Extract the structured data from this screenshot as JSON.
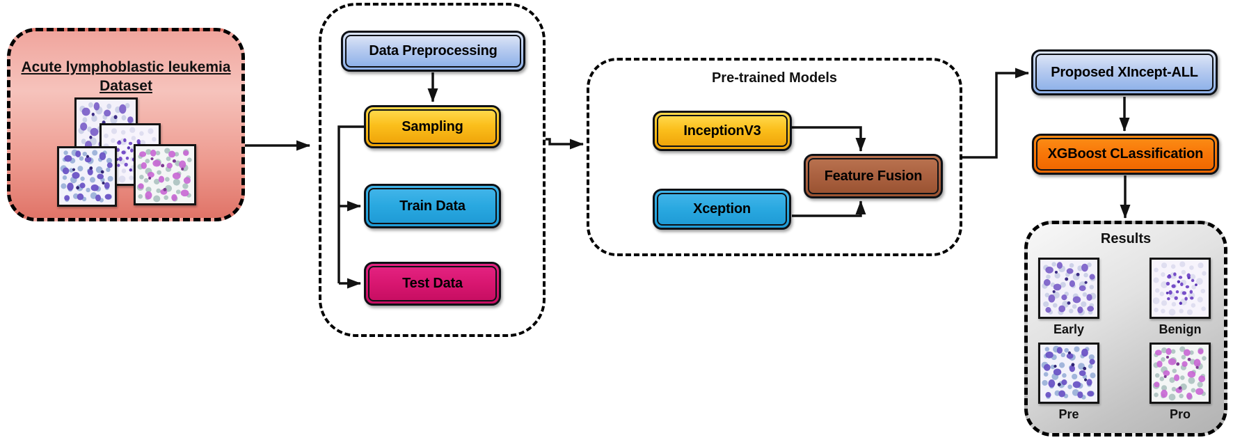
{
  "dataset": {
    "title": [
      "Acute lymphoblastic leukemia",
      "Dataset"
    ]
  },
  "sampling_group": {
    "preprocessing": "Data Preprocessing",
    "sampling": "Sampling",
    "train": "Train Data",
    "test": "Test Data"
  },
  "pretrained_group": {
    "title": "Pre-trained Models",
    "inception": "InceptionV3",
    "xception": "Xception",
    "fusion": "Feature Fusion"
  },
  "classifier_group": {
    "proposed": "Proposed XIncept-ALL",
    "xgboost": "XGBoost CLassification"
  },
  "results_group": {
    "title": "Results",
    "labels": [
      "Early",
      "Benign",
      "Pre",
      "Pro"
    ]
  },
  "icons": {
    "microscopy_image": "blood-smear-thumbnail",
    "flow_arrow": "black-arrow-connector"
  },
  "colors": {
    "dataset_fill": "#ef9c92",
    "light_blue_fill": "#a9c4ee",
    "amber_fill": "#fbb917",
    "cyan_fill": "#29a8e0",
    "magenta_fill": "#d81670",
    "brown_fill": "#aa6140",
    "orange_fill": "#f87608",
    "results_fill": "#d9d9d9",
    "connector": "#121212",
    "border": "#000000"
  }
}
